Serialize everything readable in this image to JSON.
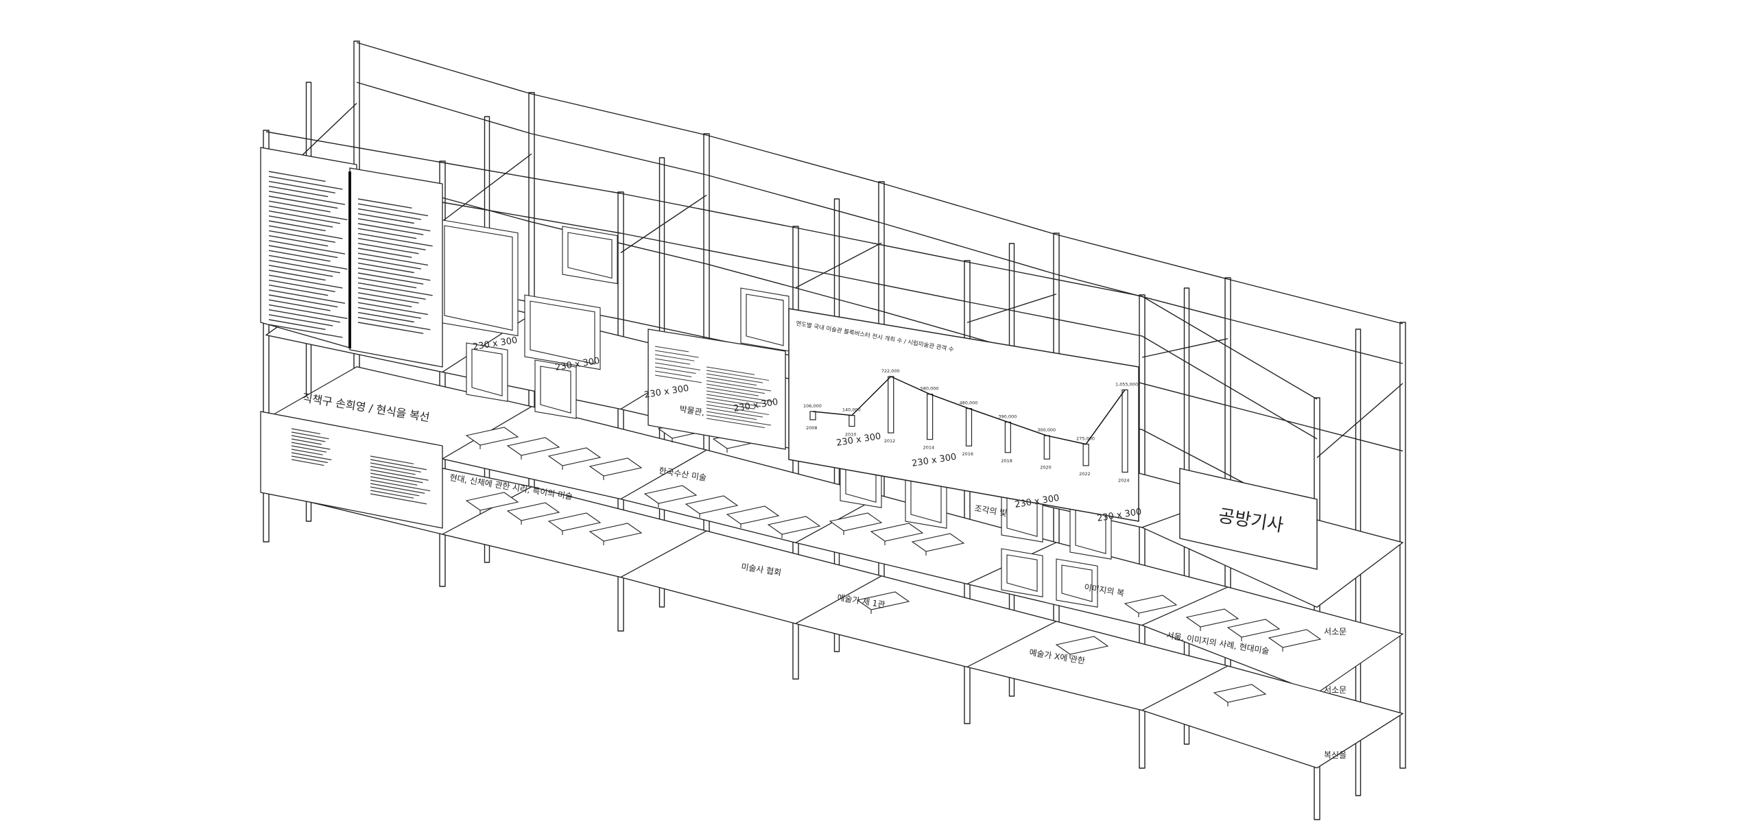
{
  "labels": {
    "panel_label_left": "직책구 손희영 / 현식을 복선",
    "shelf_sign": "공방기사",
    "size_tags": [
      "230 x 300",
      "230 x 300",
      "230 x 300",
      "230 x 300",
      "230 x 300",
      "230 x 300",
      "230 x 300",
      "230 x 300"
    ],
    "shelf_items": [
      "예술가 X에 관한",
      "현대, 신체에 관한 시리, 특이의 미술",
      "한국수산 미술",
      "조각의 빛",
      "박물관,",
      "이미지의 복",
      "서울, 이미지의 사례, 현대미술",
      "예술가 제 1관",
      "미술사 협회"
    ],
    "right_side_notes": [
      "공방기사",
      "서소문",
      "서소문",
      "복신을"
    ]
  },
  "chart_data": {
    "type": "bar",
    "title": "연도별 국내 미술관 블록버스터 전시 개최 수 / 시립미술관 관객 수",
    "categories": [
      "2008",
      "2010",
      "2012",
      "2014",
      "2016",
      "2018",
      "2020",
      "2022",
      "2024"
    ],
    "values": [
      106,
      140,
      722,
      580,
      480,
      390,
      300,
      275,
      1055
    ],
    "value_labels": [
      "106,000",
      "140,000",
      "722,000",
      "580,000",
      "480,000",
      "390,000",
      "300,000",
      "275,000",
      "1,055,000"
    ]
  }
}
